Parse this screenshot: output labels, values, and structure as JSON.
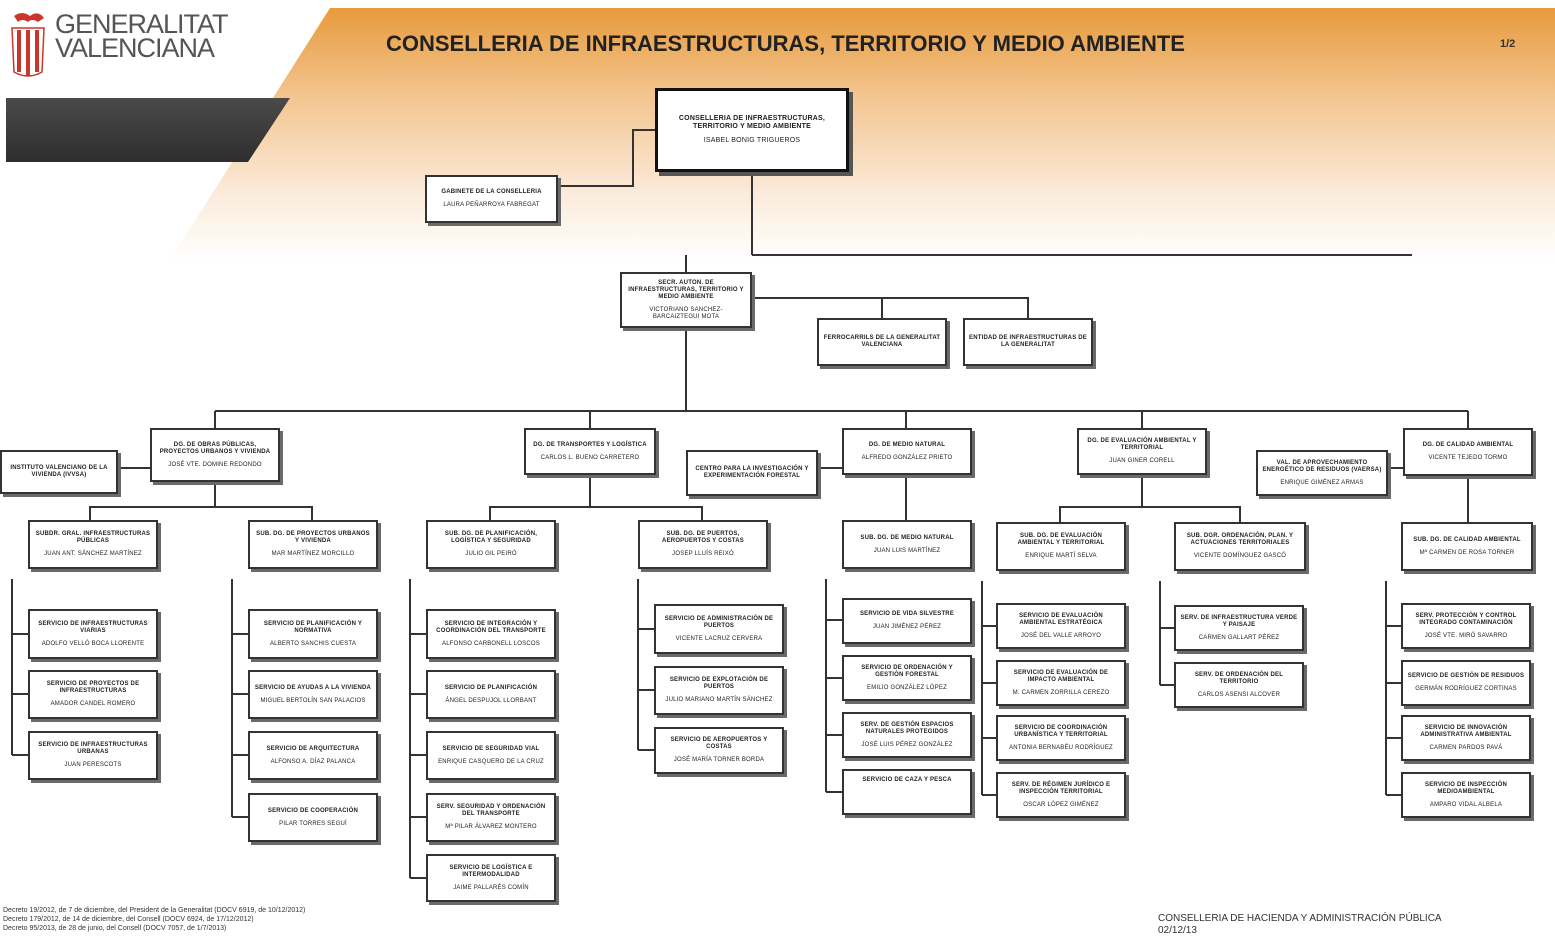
{
  "header": {
    "logo_line1": "GENERALITAT",
    "logo_line2": "VALENCIANA",
    "title": "CONSELLERIA DE INFRAESTRUCTURAS, TERRITORIO Y MEDIO AMBIENTE",
    "page": "1/2"
  },
  "colors": {
    "band_orange": "#e9a24a",
    "band_dark": "#3a3a3a",
    "box_border": "#333333",
    "logo_red": "#c9372c"
  },
  "icons": {
    "logo": "generalitat-bars-icon"
  },
  "boxes": {
    "conseller": {
      "title": "CONSELLERIA DE INFRAESTRUCTURAS, TERRITORIO Y MEDIO AMBIENTE",
      "name": "ISABEL BONIG TRIGUEROS"
    },
    "gabinete": {
      "title": "GABINETE DE LA CONSELLERIA",
      "name": "LAURA PEÑARROYA FABREGAT"
    },
    "secretaria": {
      "title": "SECR. AUTON. DE INFRAESTRUCTURAS, TERRITORIO Y MEDIO AMBIENTE",
      "name": "VICTORIANO SANCHEZ-BARCAIZTEGUI MOTA"
    },
    "ferrocarriles": {
      "title": "FERROCARRILS DE LA GENERALITAT VALENCIANA",
      "name": ""
    },
    "entidad": {
      "title": "ENTIDAD DE INFRAESTRUCTURAS DE LA GENERALITAT",
      "name": ""
    },
    "ivvsa": {
      "title": "INSTITUTO VALENCIANO DE LA VIVIENDA (IVVSA)",
      "name": ""
    },
    "dg_obras": {
      "title": "DG. DE OBRAS PÚBLICAS, PROYECTOS URBANOS Y VIVIENDA",
      "name": "JOSÉ VTE. DOMINE REDONDO"
    },
    "dg_transportes": {
      "title": "DG. DE TRANSPORTES Y LOGÍSTICA",
      "name": "CARLOS L. BUENO CARRETERO"
    },
    "centro_investigacion": {
      "title": "CENTRO PARA LA INVESTIGACIÓN Y EXPERIMENTACIÓN FORESTAL",
      "name": ""
    },
    "dg_medio": {
      "title": "DG. DE MEDIO NATURAL",
      "name": "ALFREDO GONZÁLEZ PRIETO"
    },
    "dg_evaluacion": {
      "title": "DG. DE EVALUACIÓN AMBIENTAL Y TERRITORIAL",
      "name": "JUAN GINER CORELL"
    },
    "vaersa": {
      "title": "VAL. DE APROVECHAMIENTO ENERGÉTICO DE RESIDUOS (VAERSA)",
      "name": "ENRIQUE GIMÉNEZ ARMAS"
    },
    "dg_calidad": {
      "title": "DG. DE CALIDAD AMBIENTAL",
      "name": "VICENTE TEJEDO TORMO"
    },
    "sdg_infra": {
      "title": "SUBDR. GRAL. INFRAESTRUCTURAS PÚBLICAS",
      "name": "JUAN ANT. SÁNCHEZ MARTÍNEZ"
    },
    "sdg_proyectos": {
      "title": "SUB. DG. DE PROYECTOS URBANOS Y VIVIENDA",
      "name": "MAR MARTÍNEZ MORCILLO"
    },
    "sdg_planificacion": {
      "title": "SUB. DG. DE PLANIFICACIÓN, LOGÍSTICA Y SEGURIDAD",
      "name": "JULIO GIL PEIRÓ"
    },
    "sdg_puertos": {
      "title": "SUB. DG. DE PUERTOS, AEROPUERTOS Y COSTAS",
      "name": "JOSEP LLUÍS REIXÓ"
    },
    "sdg_medio": {
      "title": "SUB. DG. DE MEDIO NATURAL",
      "name": "JUAN LUIS MARTÍNEZ"
    },
    "sdg_evaluacion": {
      "title": "SUB. DG. DE EVALUACIÓN AMBIENTAL Y TERRITORIAL",
      "name": "ENRIQUE MARTÍ SELVA"
    },
    "sdg_ordenacion": {
      "title": "SUB. DGR. ORDENACIÓN, PLAN. Y ACTUACIONES TERRITORIALES",
      "name": "VICENTE DOMÍNGUEZ GASCÓ"
    },
    "sdg_calidad": {
      "title": "SUB. DG. DE CALIDAD AMBIENTAL",
      "name": "Mª CARMEN DE ROSA TORNER"
    },
    "s_infra_viarias": {
      "title": "SERVICIO DE INFRAESTRUCTURAS VIARIAS",
      "name": "ADOLFO VELLÓ BOCA LLORENTE"
    },
    "s_proyectos_infra": {
      "title": "SERVICIO DE PROYECTOS DE INFRAESTRUCTURAS",
      "name": "AMADOR CANDEL ROMERO"
    },
    "s_infra_urbanas": {
      "title": "SERVICIO DE INFRAESTRUCTURAS URBANAS",
      "name": "JUAN PERESCOTS"
    },
    "s_planif_normativa": {
      "title": "SERVICIO DE PLANIFICACIÓN Y NORMATIVA",
      "name": "ALBERTO SANCHIS CUESTA"
    },
    "s_ayuda_vivienda": {
      "title": "SERVICIO DE AYUDAS A LA VIVIENDA",
      "name": "MIGUEL BERTOLÍN SAN PALACIOS"
    },
    "s_arquitectura": {
      "title": "SERVICIO DE ARQUITECTURA",
      "name": "ALFONSO A. DÍAZ PALANCA"
    },
    "s_cooperacion": {
      "title": "SERVICIO DE COOPERACIÓN",
      "name": "PILAR TORRES SEGUÍ"
    },
    "s_integracion": {
      "title": "SERVICIO DE INTEGRACIÓN Y COORDINACIÓN DEL TRANSPORTE",
      "name": "ALFONSO CARBONELL LOSCOS"
    },
    "s_planificacion": {
      "title": "SERVICIO DE PLANIFICACIÓN",
      "name": "ÁNGEL DESPUJOL LLORBANT"
    },
    "s_seguridad_vial": {
      "title": "SERVICIO DE SEGURIDAD VIAL",
      "name": "ENRIQUE CASQUERO DE LA CRUZ"
    },
    "s_seguridad_ord": {
      "title": "SERV. SEGURIDAD Y ORDENACIÓN DEL TRANSPORTE",
      "name": "Mª PILAR ÁLVAREZ MONTERO"
    },
    "s_logistica": {
      "title": "SERVICIO DE LOGÍSTICA E INTERMODALIDAD",
      "name": "JAIME PALLARÉS COMÍN"
    },
    "s_admin_puertos": {
      "title": "SERVICIO DE ADMINISTRACIÓN DE PUERTOS",
      "name": "VICENTE LACRUZ CERVERA"
    },
    "s_explotacion": {
      "title": "SERVICIO DE EXPLOTACIÓN DE PUERTOS",
      "name": "JULIO MARIANO MARTÍN SÁNCHEZ"
    },
    "s_aeropuertos": {
      "title": "SERVICIO DE AEROPUERTOS Y COSTAS",
      "name": "JOSÉ MARÍA TORNER BORDA"
    },
    "s_vida_silvestre": {
      "title": "SERVICIO DE VIDA SILVESTRE",
      "name": "JUAN JIMÉNEZ PÉREZ"
    },
    "s_ordenacion_forestal": {
      "title": "SERVICIO DE ORDENACIÓN Y GESTIÓN FORESTAL",
      "name": "EMILIO GONZÁLEZ LÓPEZ"
    },
    "s_espacios": {
      "title": "SERV. DE GESTIÓN ESPACIOS NATURALES PROTEGIDOS",
      "name": "JOSÉ LUIS PÉREZ GONZÁLEZ"
    },
    "s_caza": {
      "title": "SERVICIO DE CAZA Y PESCA",
      "name": ""
    },
    "s_eval_estrategica": {
      "title": "SERVICIO DE EVALUACIÓN AMBIENTAL ESTRATÉGICA",
      "name": "JOSÉ DEL VALLE ARROYO"
    },
    "s_eval_impacto": {
      "title": "SERVICIO DE EVALUACIÓN DE IMPACTO AMBIENTAL",
      "name": "M. CARMEN ZORRILLA CEREZO"
    },
    "s_coord_urbanistica": {
      "title": "SERVICIO DE COORDINACIÓN URBANÍSTICA Y TERRITORIAL",
      "name": "ANTONIA BERNABÉU RODRÍGUEZ"
    },
    "s_regimen": {
      "title": "SERV. DE RÉGIMEN JURÍDICO E INSPECCIÓN TERRITORIAL",
      "name": "OSCAR LÓPEZ GIMÉNEZ"
    },
    "s_infra_verdes": {
      "title": "SERV. DE INFRAESTRUCTURA VERDE Y PAISAJE",
      "name": "CARMEN GALLART PÉREZ"
    },
    "s_ord_territorio": {
      "title": "SERV. DE ORDENACIÓN DEL TERRITORIO",
      "name": "CARLOS ASENSI ALCOVER"
    },
    "s_proteccion": {
      "title": "SERV. PROTECCIÓN Y CONTROL INTEGRADO CONTAMINACIÓN",
      "name": "JOSÉ VTE. MIRÓ SAVARRO"
    },
    "s_residuos": {
      "title": "SERVICIO DE GESTIÓN DE RESIDUOS",
      "name": "GERMÁN RODRÍGUEZ CORTINAS"
    },
    "s_innovacion": {
      "title": "SERVICIO DE INNOVACIÓN ADMINISTRATIVA AMBIENTAL",
      "name": "CARMEN PARDOS PAVÁ"
    },
    "s_inspeccion": {
      "title": "SERVICIO DE INSPECCIÓN MEDIOAMBIENTAL",
      "name": "AMPARO VIDAL ALBELA"
    }
  },
  "footer": {
    "decree1": "Decreto 19/2012, de 7 de diciembre, del President de la Generalitat (DOCV 6919, de 10/12/2012)",
    "decree2": "Decreto 179/2012, de 14 de diciembre, del Consell (DOCV 6924, de 17/12/2012)",
    "decree3": "Decreto 95/2013, de 28 de junio, del Consell (DOCV 7057, de 1/7/2013)",
    "org": "CONSELLERIA DE HACIENDA Y ADMINISTRACIÓN PÚBLICA",
    "date": "02/12/13"
  }
}
